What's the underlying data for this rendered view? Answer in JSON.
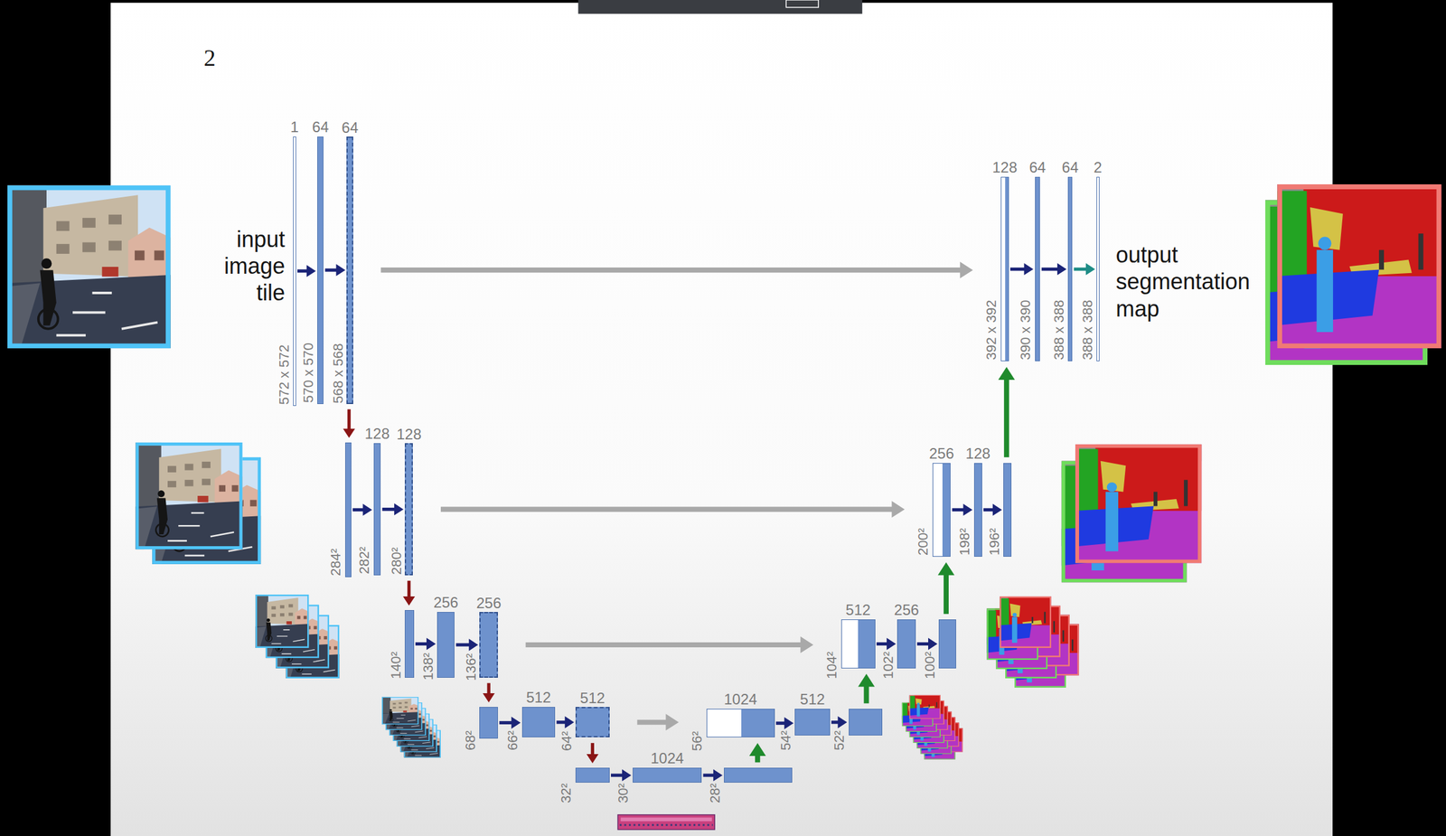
{
  "diagram": {
    "nodes": [
      {
        "text": [
          "1",
          "572 x 572"
        ]
      },
      {
        "text": [
          "64",
          "570 x 570"
        ]
      },
      {
        "text": [
          "64",
          "568 x 568"
        ]
      },
      {
        "text": [
          "284²"
        ]
      },
      {
        "text": [
          "128",
          "282²"
        ]
      },
      {
        "text": [
          "128",
          "280²"
        ]
      },
      {
        "text": [
          "140²"
        ]
      },
      {
        "text": [
          "256",
          "138²"
        ]
      },
      {
        "text": [
          "256",
          "136²"
        ]
      },
      {
        "text": [
          "68²"
        ]
      },
      {
        "text": [
          "512",
          "66²"
        ]
      },
      {
        "text": [
          "512",
          "64²"
        ]
      },
      {
        "text": [
          "32²"
        ]
      },
      {
        "text": [
          "1024",
          "30²"
        ]
      },
      {
        "text": [
          "28²"
        ]
      },
      {
        "text": [
          "1024",
          "56²"
        ]
      },
      {
        "text": [
          "512",
          "54²"
        ]
      },
      {
        "text": [
          "52²"
        ]
      },
      {
        "text": [
          "512",
          "104²"
        ]
      },
      {
        "text": [
          "256",
          "102²"
        ]
      },
      {
        "text": [
          "100²"
        ]
      },
      {
        "text": [
          "256",
          "200²"
        ]
      },
      {
        "text": [
          "128",
          "198²"
        ]
      },
      {
        "text": [
          "196²"
        ]
      },
      {
        "text": [
          "128",
          "392 x 392"
        ]
      },
      {
        "text": [
          "64",
          "390 x 390"
        ]
      },
      {
        "text": [
          "64",
          "388 x 388"
        ]
      },
      {
        "text": [
          "2",
          "388 x 388"
        ]
      }
    ],
    "edges": [
      {
        "from": 0,
        "to": 1,
        "arrow": "to"
      },
      {
        "from": 1,
        "to": 2,
        "arrow": "to"
      },
      {
        "from": 2,
        "to": 3,
        "arrow": "to"
      },
      {
        "from": 3,
        "to": 4,
        "arrow": "to"
      },
      {
        "from": 4,
        "to": 5,
        "arrow": "to"
      },
      {
        "from": 5,
        "to": 6,
        "arrow": "to"
      },
      {
        "from": 6,
        "to": 7,
        "arrow": "to"
      },
      {
        "from": 7,
        "to": 8,
        "arrow": "to"
      },
      {
        "from": 8,
        "to": 9,
        "arrow": "to"
      },
      {
        "from": 9,
        "to": 10,
        "arrow": "to"
      },
      {
        "from": 10,
        "to": 11,
        "arrow": "to"
      },
      {
        "from": 11,
        "to": 12,
        "arrow": "to"
      },
      {
        "from": 12,
        "to": 13,
        "arrow": "to"
      },
      {
        "from": 13,
        "to": 14,
        "arrow": "to"
      },
      {
        "from": 14,
        "to": 15,
        "arrow": "to"
      },
      {
        "from": 11,
        "to": 15,
        "arrow": "to"
      },
      {
        "from": 15,
        "to": 16,
        "arrow": "to"
      },
      {
        "from": 16,
        "to": 17,
        "arrow": "to"
      },
      {
        "from": 17,
        "to": 18,
        "arrow": "to"
      },
      {
        "from": 8,
        "to": 18,
        "arrow": "to"
      },
      {
        "from": 18,
        "to": 19,
        "arrow": "to"
      },
      {
        "from": 19,
        "to": 20,
        "arrow": "to"
      },
      {
        "from": 20,
        "to": 21,
        "arrow": "to"
      },
      {
        "from": 5,
        "to": 21,
        "arrow": "to"
      },
      {
        "from": 21,
        "to": 22,
        "arrow": "to"
      },
      {
        "from": 22,
        "to": 23,
        "arrow": "to"
      },
      {
        "from": 23,
        "to": 24,
        "arrow": "to"
      },
      {
        "from": 2,
        "to": 24,
        "arrow": "to"
      },
      {
        "from": 24,
        "to": 25,
        "arrow": "to"
      },
      {
        "from": 25,
        "to": 26,
        "arrow": "to"
      },
      {
        "from": 26,
        "to": 27,
        "arrow": "to"
      }
    ],
    "labels": [
      "2",
      "input image tile",
      "output segmentation map"
    ]
  }
}
